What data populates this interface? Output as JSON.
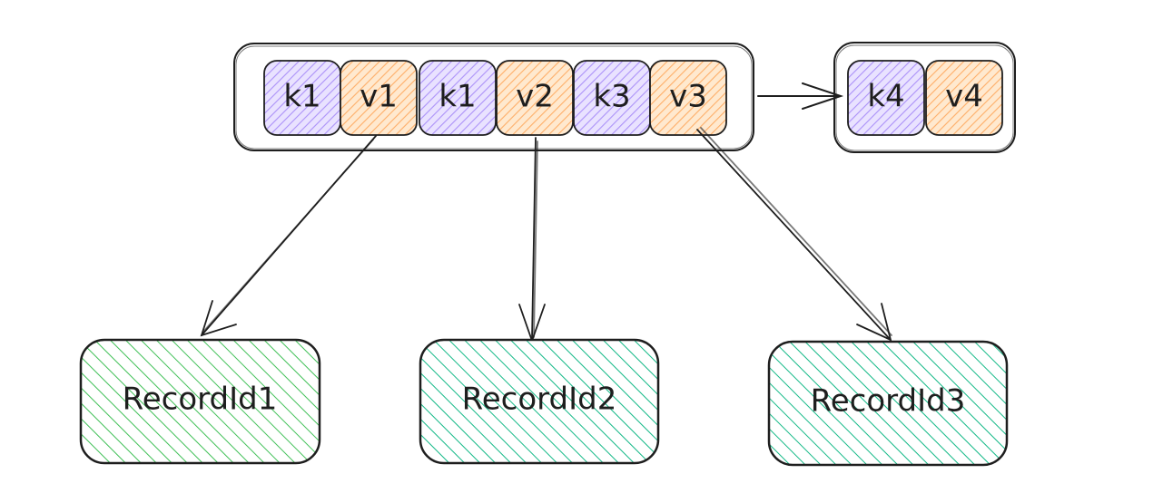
{
  "diagram": {
    "main_node": {
      "cells": [
        {
          "label": "k1",
          "kind": "key"
        },
        {
          "label": "v1",
          "kind": "value"
        },
        {
          "label": "k1",
          "kind": "key"
        },
        {
          "label": "v2",
          "kind": "value"
        },
        {
          "label": "k3",
          "kind": "key"
        },
        {
          "label": "v3",
          "kind": "value"
        }
      ]
    },
    "next_node": {
      "cells": [
        {
          "label": "k4",
          "kind": "key"
        },
        {
          "label": "v4",
          "kind": "value"
        }
      ]
    },
    "records": [
      {
        "label": "RecordId1",
        "color": "#40c057"
      },
      {
        "label": "RecordId2",
        "color": "#12b886"
      },
      {
        "label": "RecordId3",
        "color": "#12b886"
      }
    ],
    "colors": {
      "key_fill": "#d0bfff",
      "key_hatch": "#7950f2",
      "value_fill": "#ffd8a8",
      "value_hatch": "#fd7e14",
      "stroke": "#1e1e1e"
    }
  }
}
